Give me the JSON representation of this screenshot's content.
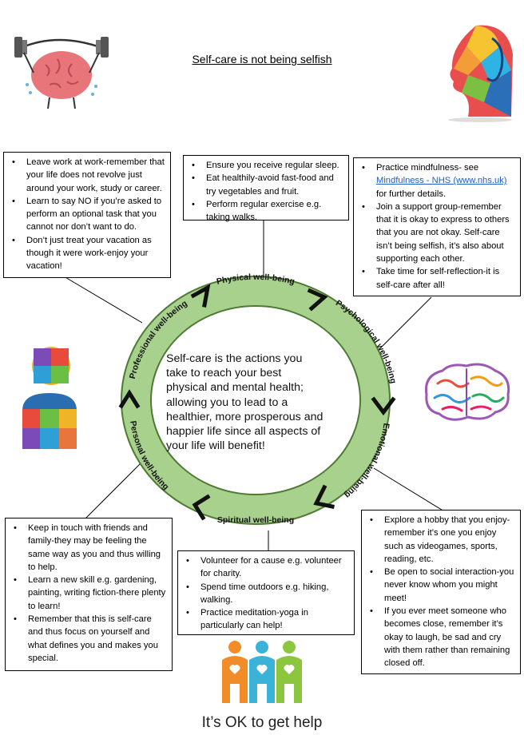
{
  "title": "Self-care is not being selfish",
  "center_text": "Self-care is the actions you take to reach your best physical and mental health; allowing you to lead to a healthier, more prosperous and happier life since all aspects of your life will benefit!",
  "ring_labels": {
    "physical": "Physical well-being",
    "psychological": "Psychological well-being",
    "emotional": "Emotional well-being",
    "spiritual": "Spiritual well-being",
    "personal": "Personal well-being",
    "professional": "Professional well-being"
  },
  "boxes": {
    "professional": [
      "Leave work at work-remember that your life does not revolve just around your work, study or career.",
      "Learn to say NO if you’re asked to perform an optional task that you cannot nor don’t want to do.",
      "Don’t just treat your vacation as though it were work-enjoy your vacation!"
    ],
    "physical": [
      "Ensure you receive regular sleep.",
      "Eat healthily-avoid fast-food and try vegetables and fruit.",
      "Perform regular exercise e.g. taking walks."
    ],
    "psychological": {
      "item1_prefix": "Practice mindfulness- see",
      "item1_link": "Mindfulness - NHS (www.nhs.uk)",
      "item1_suffix": "for further details.",
      "items": [
        "Join a support group-remember that it is okay to express to others that you are not okay. Self-care isn’t being selfish, it’s also about supporting each other.",
        "Take time for self-reflection-it is self-care after all!"
      ]
    },
    "personal": [
      "Keep in touch with friends and family-they may be feeling the same way as you and thus willing to help.",
      "Learn a new skill e.g. gardening, painting, writing fiction-there plenty to learn!",
      "Remember that this is self-care and thus focus on yourself and what defines you and makes you special."
    ],
    "spiritual": [
      "Volunteer for a cause e.g. volunteer for charity.",
      "Spend time outdoors e.g. hiking, walking.",
      "Practice meditation-yoga in particularly can help!"
    ],
    "emotional": [
      "Explore a hobby that you enjoy-remember it’s one you enjoy such as videogames, sports, reading, etc.",
      "Be open to social interaction-you never know whom you might meet!",
      "If you ever meet someone who becomes close, remember it’s okay to laugh, be sad and cry with them rather than remaining closed off."
    ]
  },
  "footer": "It’s OK to get help",
  "colors": {
    "ring": "#a9d18e",
    "ring_border": "#4e7a34"
  },
  "icons": [
    "brain-lifting-weights-icon",
    "colorful-head-icon",
    "puzzle-person-icon",
    "colorful-brain-icon",
    "three-people-hearts-icon"
  ]
}
